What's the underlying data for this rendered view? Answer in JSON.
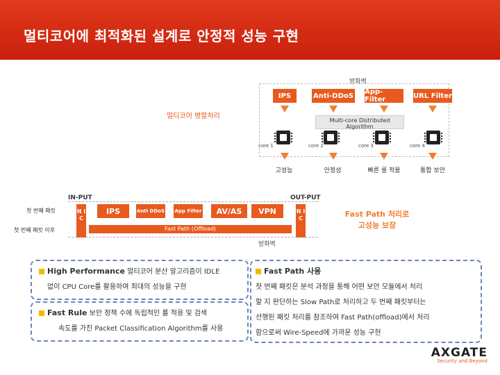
{
  "slide": {
    "title": "멀티코어에 최적화된 설계로 안정적 성능 구현"
  },
  "diagram": {
    "firewall_label_top": "방화벽",
    "modules": [
      "IPS",
      "Anti-DDoS",
      "App-Filter",
      "URL Filter"
    ],
    "parallel_label": "멀티코어 병렬처리",
    "algorithm_label": "Multi-core Distributed Algorithm",
    "cores": [
      "core 1",
      "core 2",
      "core 3",
      "core 4"
    ],
    "benefits": [
      "고성능",
      "안정성",
      "빠른 룰 적용",
      "통합 보안"
    ],
    "input_label": "IN-PUT",
    "output_label": "OUT-PUT",
    "first_packet_label": "첫 번째 패킷",
    "second_packet_label": "첫 번째 패킷 이후",
    "nic_label": "N I C",
    "pipeline": [
      "IPS",
      "Anti DDoS",
      "App Filter",
      "AV/AS",
      "VPN"
    ],
    "fast_path_bar": "Fast Path (Offload)",
    "firewall_label_bottom": "방화벽",
    "fast_path_callout_1": "Fast Path 처리로",
    "fast_path_callout_2": "고성능 보장"
  },
  "left_panel": {
    "high_perf_title": "High Performance",
    "high_perf_line1": "멀티코어 분산 알고리즘이 IDLE",
    "high_perf_line2": "없이 CPU Core를 활용하여 최대의 성능을 구현",
    "fast_rule_title": "Fast Rule",
    "fast_rule_line1": "보안 정책 수에 독립적인 룰 적용 및 검색",
    "fast_rule_line2": "속도를 가진 Packet Classification Algorithm를 사용"
  },
  "right_panel": {
    "title": "Fast Path 사용",
    "line1": "첫 번째 패킷은 분석 과정을 통해 어떤 보안 모듈에서 처리",
    "line2": "할 지 판단하는 Slow Path로 처리하고 두 번째 패킷부터는",
    "line3": "선행된 패킷 처리를 참조하여 Fast Path(offload)에서 처리",
    "line4": "함으로써 Wire-Speed에 가까운 성능 구현"
  },
  "logo": {
    "brand": "AXGATE",
    "tagline": "Security and Beyond"
  },
  "colors": {
    "title_bar": "#d42a12",
    "accent": "#e85a1e",
    "dashed_border": "#6b86b8",
    "bullet": "#f5b800"
  }
}
